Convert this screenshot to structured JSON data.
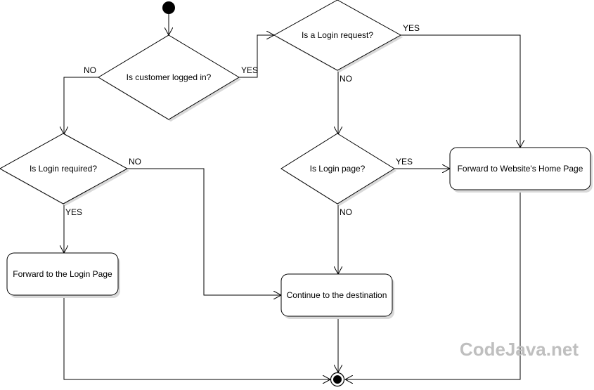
{
  "diagram": {
    "nodes": {
      "q_logged_in": "Is customer logged in?",
      "q_login_request": "Is a Login request?",
      "q_login_required": "Is Login required?",
      "q_login_page": "Is Login page?",
      "a_forward_home": "Forward to Website's Home Page",
      "a_forward_login": "Forward to the Login Page",
      "a_continue": "Continue to the destination"
    },
    "edge_labels": {
      "logged_in_no": "NO",
      "logged_in_yes": "YES",
      "login_request_yes": "YES",
      "login_request_no": "NO",
      "login_required_no": "NO",
      "login_required_yes": "YES",
      "login_page_yes": "YES",
      "login_page_no": "NO"
    },
    "colors": {
      "line": "#000000",
      "shadow": "#d9d9d9",
      "watermark": "#bfbfbf"
    }
  },
  "watermark": "CodeJava.net"
}
